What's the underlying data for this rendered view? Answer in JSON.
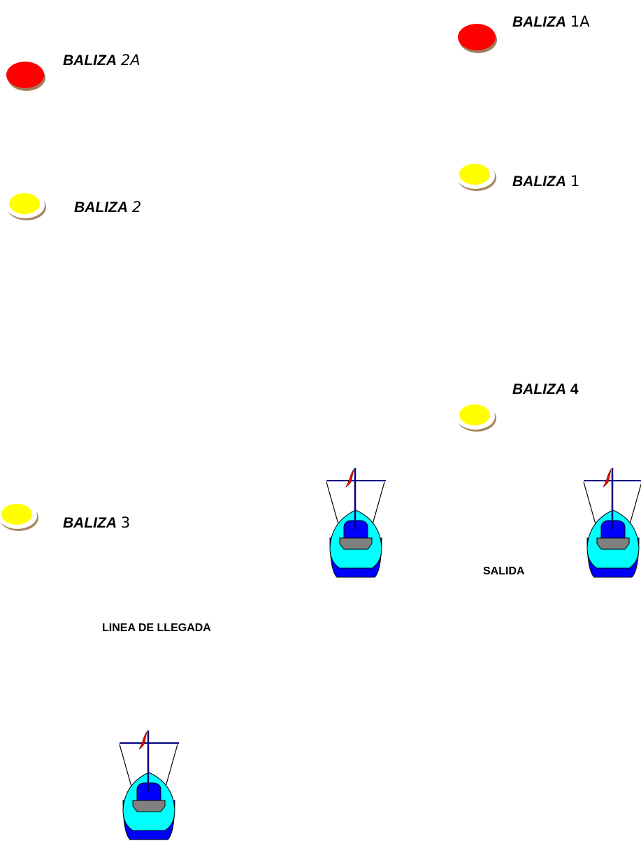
{
  "buoys": [
    {
      "id": "2a",
      "keyword": "BALIZA",
      "number": "2A",
      "color": "red"
    },
    {
      "id": "1a",
      "keyword": "BALIZA",
      "number": "1A",
      "color": "red"
    },
    {
      "id": "2",
      "keyword": "BALIZA",
      "number": "2",
      "color": "yellow"
    },
    {
      "id": "1",
      "keyword": "BALIZA",
      "number": "1",
      "color": "yellow"
    },
    {
      "id": "4",
      "keyword": "BALIZA",
      "number": "4",
      "color": "yellow"
    },
    {
      "id": "3",
      "keyword": "BALIZA",
      "number": "3",
      "color": "yellow"
    }
  ],
  "captions": {
    "start": "SALIDA",
    "finish": "LINEA DE LLEGADA"
  },
  "colors": {
    "red_buoy": "#ff0000",
    "yellow_buoy": "#ffff00",
    "buoy_shadow": "#a88860",
    "hull": "#00ffff",
    "hull_base": "#0000ff",
    "cabin": "#0000ff",
    "cockpit": "#808080",
    "mast": "#000080",
    "flag": "#ff0000"
  }
}
